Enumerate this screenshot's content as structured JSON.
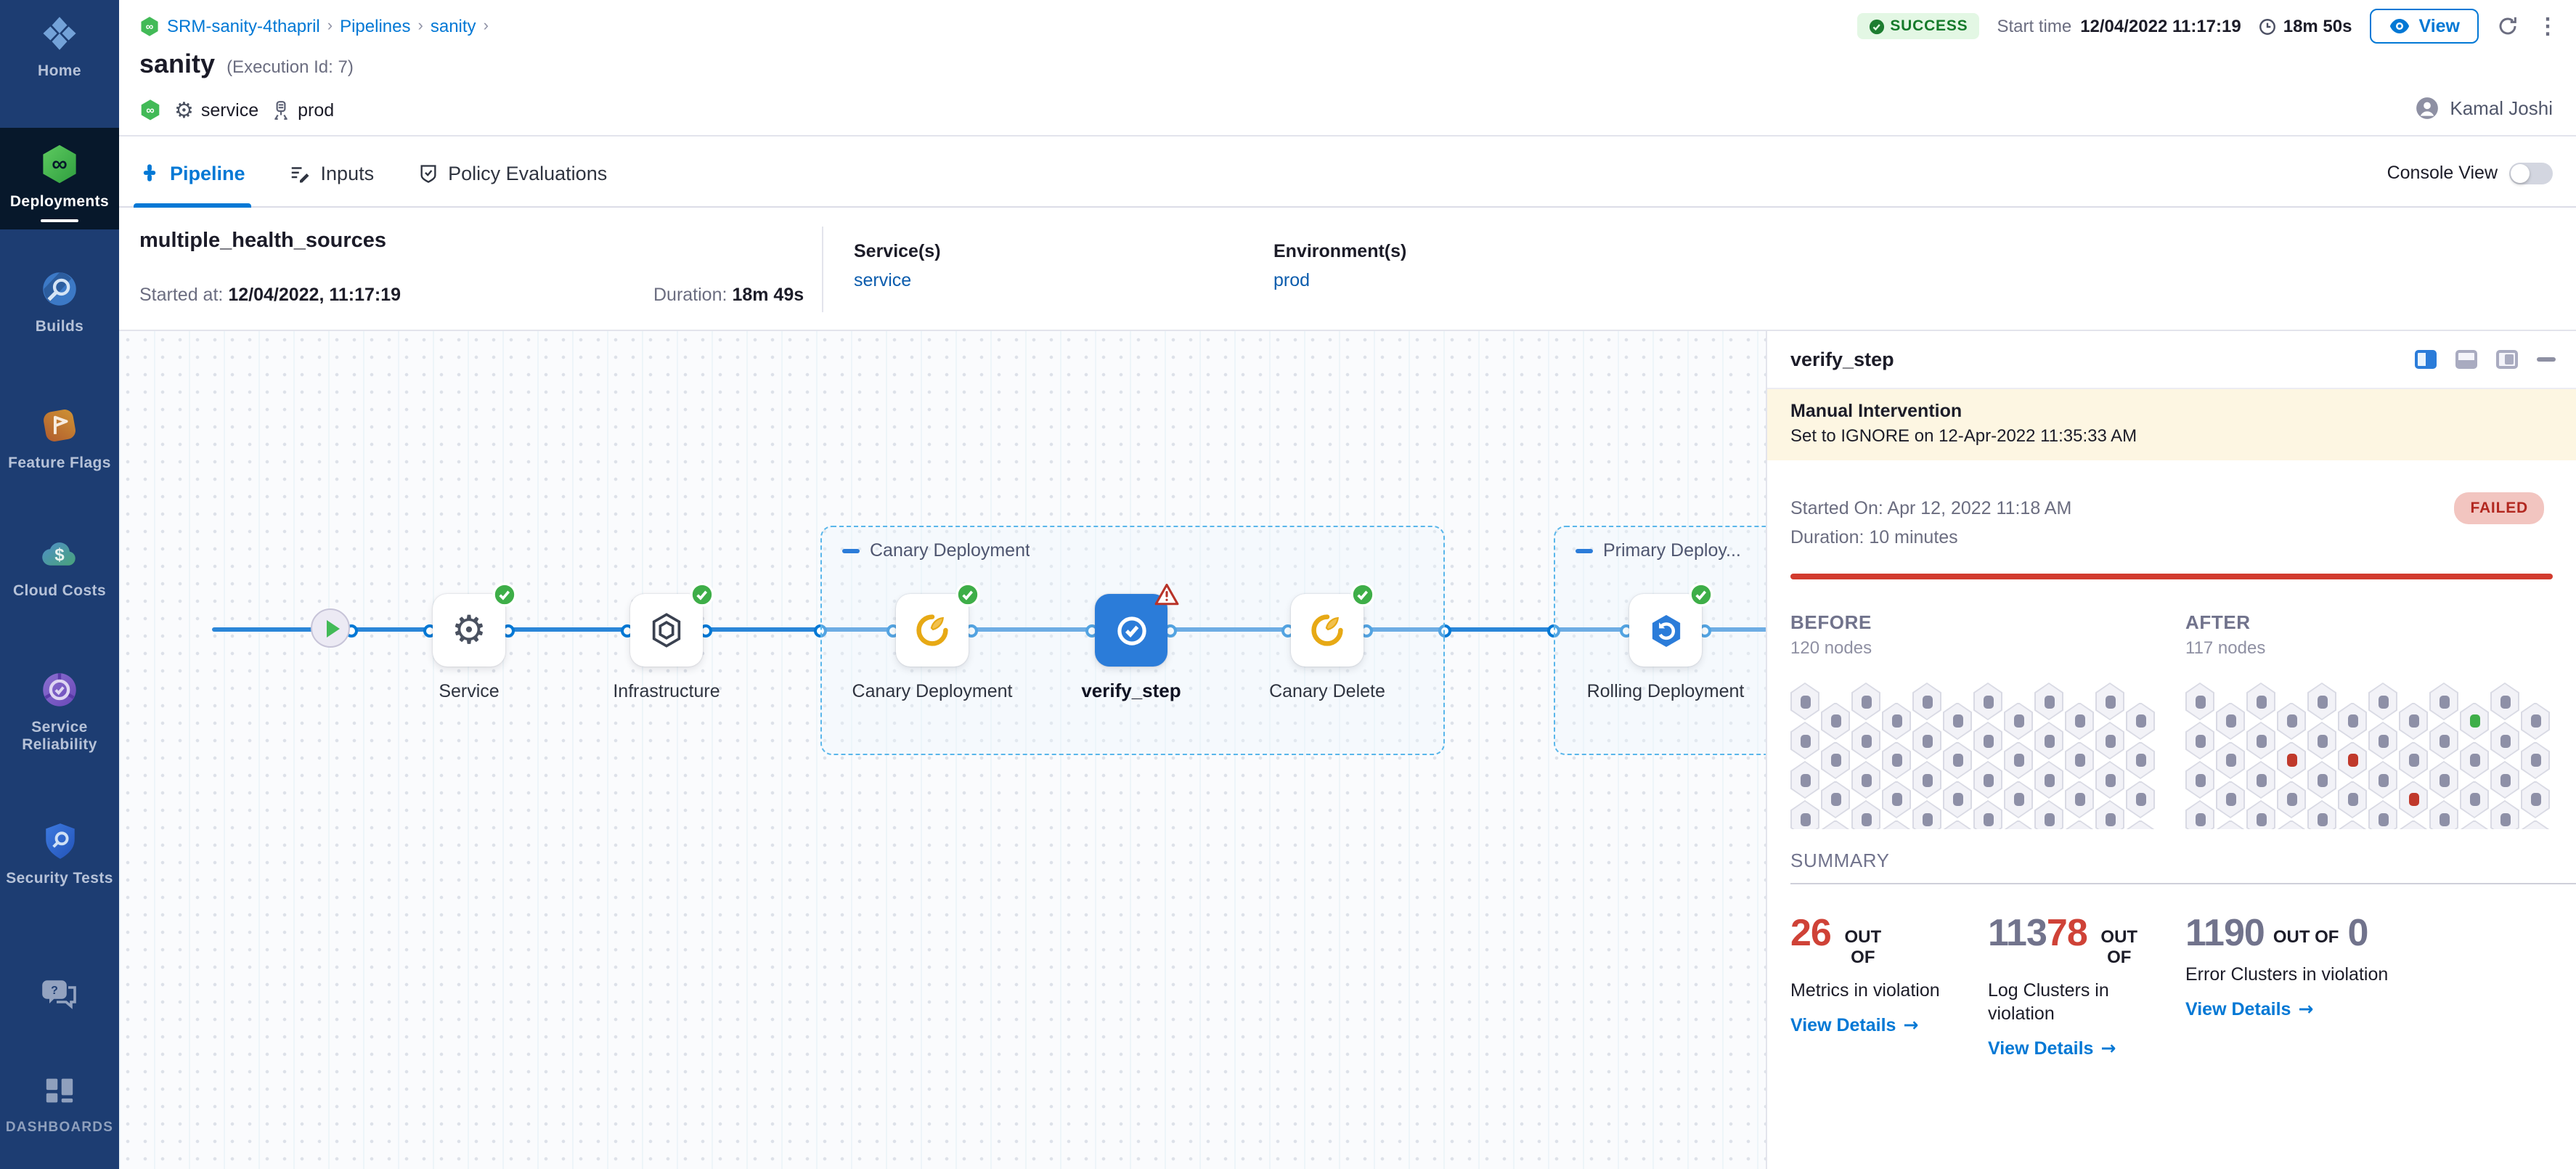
{
  "colors": {
    "accent": "#0278d5",
    "success_green": "#3eae48",
    "danger_red": "#cf4237",
    "gray_number": "#71738c",
    "failed_text": "#b2271f",
    "banner_bg": "#fdf6e2",
    "sidebar_bg": "#1d3d72",
    "sidebar_active_bg": "#07182b"
  },
  "breadcrumb": {
    "items": [
      "SRM-sanity-4thapril",
      "Pipelines",
      "sanity"
    ]
  },
  "header": {
    "status": "SUCCESS",
    "start_time_label": "Start time",
    "start_time": "12/04/2022 11:17:19",
    "elapsed": "18m 50s",
    "view_label": "View",
    "title": "sanity",
    "execution_id": "(Execution Id: 7)",
    "service": "service",
    "environment": "prod",
    "user": "Kamal Joshi"
  },
  "tabs": {
    "pipeline": "Pipeline",
    "inputs": "Inputs",
    "policy": "Policy Evaluations",
    "console_view": "Console View"
  },
  "stage_info": {
    "name": "multiple_health_sources",
    "started_label": "Started at:",
    "started": "12/04/2022, 11:17:19",
    "duration_label": "Duration:",
    "duration": "18m 49s",
    "services_label": "Service(s)",
    "services": "service",
    "environments_label": "Environment(s)",
    "environments": "prod"
  },
  "pipeline": {
    "groups": [
      {
        "label": "Canary Deployment"
      },
      {
        "label": "Primary Deploy..."
      }
    ],
    "nodes": [
      {
        "label": "Service",
        "status": "success"
      },
      {
        "label": "Infrastructure",
        "status": "success"
      },
      {
        "label": "Canary Deployment",
        "status": "success"
      },
      {
        "label": "verify_step",
        "status": "warning",
        "selected": true
      },
      {
        "label": "Canary Delete",
        "status": "success"
      },
      {
        "label": "Rolling Deployment",
        "status": "success"
      }
    ]
  },
  "panel": {
    "title": "verify_step",
    "banner_title": "Manual Intervention",
    "banner_text": "Set to IGNORE on 12-Apr-2022 11:35:33 AM",
    "started_on": "Started On: Apr 12, 2022 11:18 AM",
    "duration": "Duration: 10 minutes",
    "status": "FAILED",
    "before_label": "BEFORE",
    "before_nodes": "120 nodes",
    "after_label": "AFTER",
    "after_nodes": "117 nodes",
    "summary_label": "SUMMARY",
    "summary": [
      {
        "parts": [
          {
            "text": "26",
            "color": "#cf4237"
          }
        ],
        "suffix": "OUT OF",
        "total": "",
        "label": "Metrics in violation",
        "link": "View Details"
      },
      {
        "parts": [
          {
            "text": "113",
            "color": "#71738c"
          },
          {
            "text": "78",
            "color": "#cf4237"
          }
        ],
        "suffix": "OUT OF",
        "total": "",
        "label": "Log Clusters in violation",
        "link": "View Details"
      },
      {
        "parts": [
          {
            "text": "1190",
            "color": "#71738c"
          }
        ],
        "suffix": "OUT OF",
        "total": "0",
        "label": "Error Clusters in violation",
        "link": "View Details"
      }
    ],
    "hex_grids": {
      "columns": 12,
      "rows": 4,
      "after_special": [
        {
          "c": 9,
          "r": 0,
          "color": "#3eae48"
        },
        {
          "c": 3,
          "r": 1,
          "color": "#c0392b"
        },
        {
          "c": 5,
          "r": 1,
          "color": "#c0392b"
        },
        {
          "c": 7,
          "r": 2,
          "color": "#c0392b"
        }
      ]
    }
  },
  "sidebar": {
    "items": [
      {
        "id": "home",
        "icon": "harness-logo-icon",
        "label": "Home"
      },
      {
        "id": "deployments",
        "icon": "deployments-icon",
        "label": "Deployments",
        "active": true
      },
      {
        "id": "builds",
        "icon": "builds-icon",
        "label": "Builds"
      },
      {
        "id": "feature-flags",
        "icon": "feature-flags-icon",
        "label": "Feature Flags"
      },
      {
        "id": "cloud-costs",
        "icon": "cloud-costs-icon",
        "label": "Cloud Costs"
      },
      {
        "id": "service-reliability",
        "icon": "service-reliability-icon",
        "label": "Service Reliability"
      },
      {
        "id": "security-tests",
        "icon": "security-tests-icon",
        "label": "Security Tests"
      },
      {
        "id": "help",
        "icon": "chat-help-icon",
        "label": ""
      },
      {
        "id": "dashboards",
        "icon": "dashboards-icon",
        "label": "DASHBOARDS"
      }
    ]
  }
}
